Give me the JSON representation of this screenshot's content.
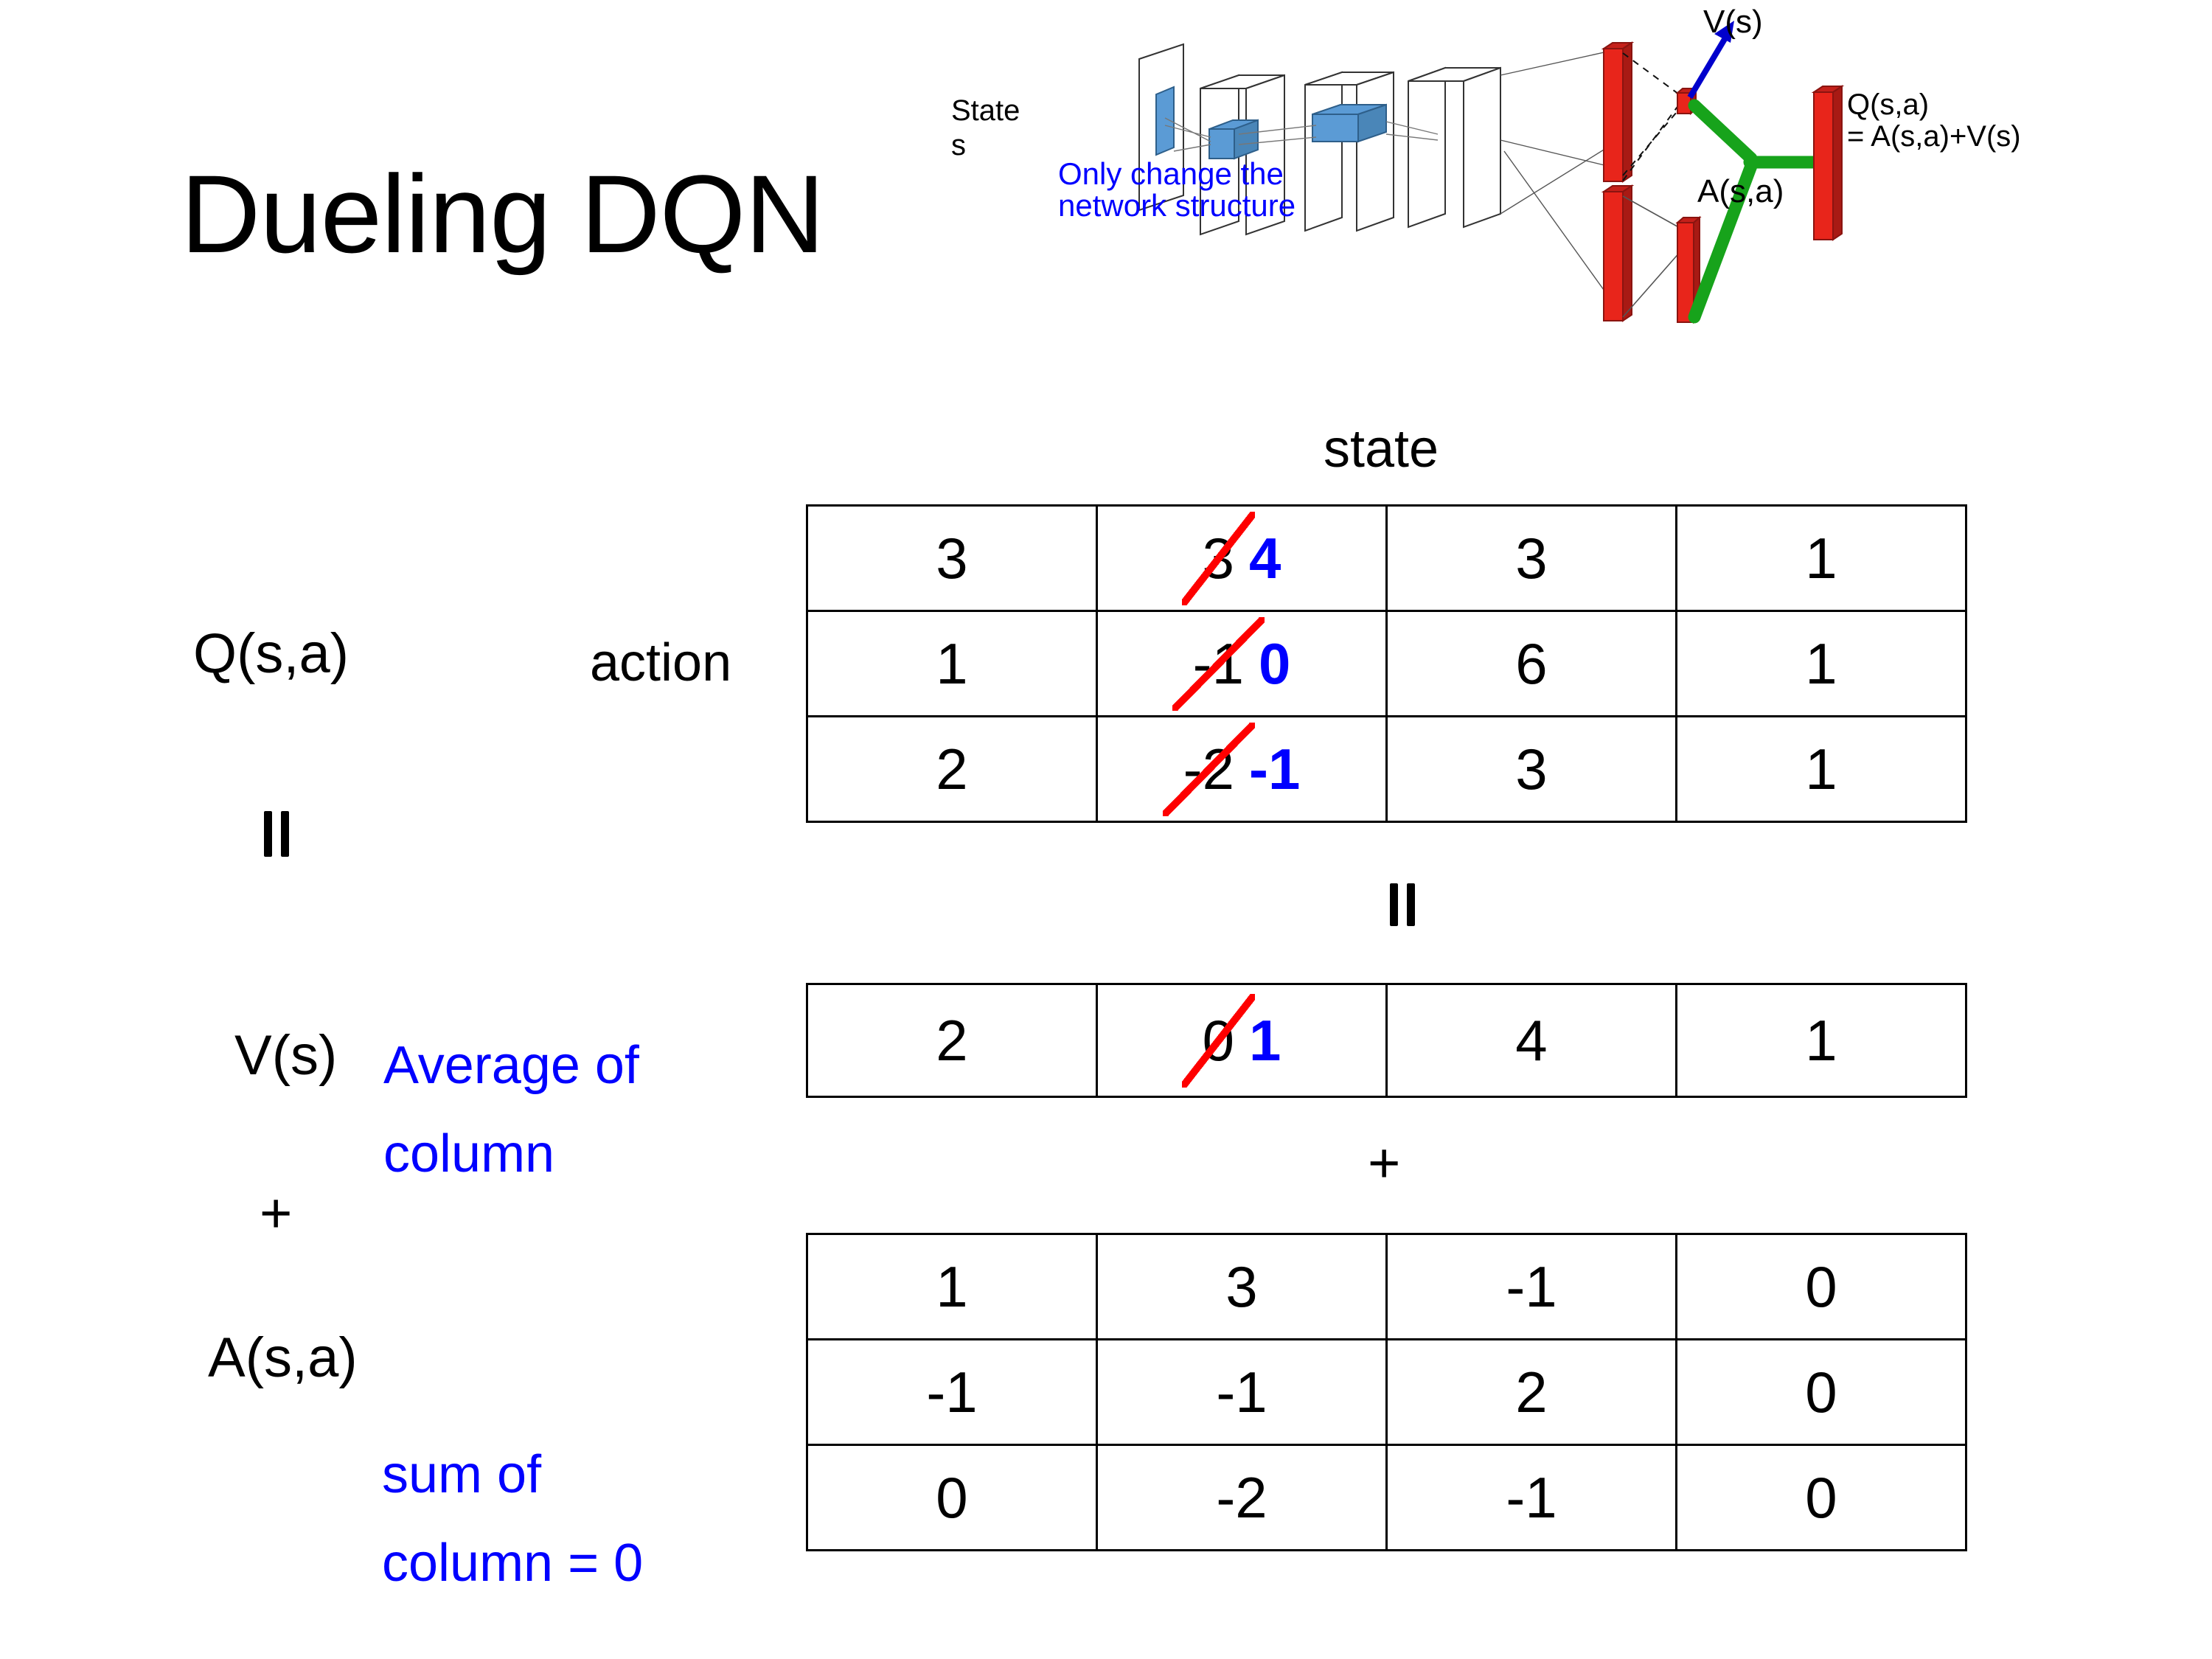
{
  "title": "Dueling DQN",
  "diagram": {
    "input_label_line1": "State",
    "input_label_line2": "s",
    "note_line1": "Only change the",
    "note_line2": "network structure",
    "value_label": "V(s)",
    "advantage_label": "A(s,a)",
    "q_label_line1": "Q(s,a)",
    "q_label_line2": "= A(s,a)+V(s)",
    "colors": {
      "note": "#0000ff",
      "value_arrow": "#0000cc",
      "merge_lines": "#17a31b",
      "bars": "#e8251b",
      "blue_block": "#5b9bd5"
    }
  },
  "labels": {
    "state_axis": "state",
    "action_axis": "action",
    "q_label": "Q(s,a)",
    "v_label": "V(s)",
    "a_label": "A(s,a)",
    "equals_top": "=",
    "equals_mid": "=",
    "plus_left": "+",
    "plus_mid": "+",
    "avg_note_line1": "Average of",
    "avg_note_line2": "column",
    "sum_note_line1": "sum of",
    "sum_note_line2": "column = 0",
    "annotation_color": "#0000ff",
    "strike_color": "#fe0000",
    "new_value_color": "#0000ff"
  },
  "chart_data": {
    "type": "table",
    "title": "Dueling DQN decomposition Q(s,a) = V(s) + A(s,a)",
    "xlabel": "state",
    "ylabel": "action",
    "tables": [
      {
        "name": "Q(s,a)",
        "rows": [
          [
            "3",
            "3",
            "3",
            "1"
          ],
          [
            "1",
            "-1",
            "6",
            "1"
          ],
          [
            "2",
            "-2",
            "3",
            "1"
          ]
        ],
        "edits": [
          {
            "row": 0,
            "col": 1,
            "old": "3",
            "new": "4"
          },
          {
            "row": 1,
            "col": 1,
            "old": "-1",
            "new": "0"
          },
          {
            "row": 2,
            "col": 1,
            "old": "-2",
            "new": "-1"
          }
        ]
      },
      {
        "name": "V(s)",
        "rows": [
          [
            "2",
            "0",
            "4",
            "1"
          ]
        ],
        "edits": [
          {
            "row": 0,
            "col": 1,
            "old": "0",
            "new": "1"
          }
        ]
      },
      {
        "name": "A(s,a)",
        "rows": [
          [
            "1",
            "3",
            "-1",
            "0"
          ],
          [
            "-1",
            "-1",
            "2",
            "0"
          ],
          [
            "0",
            "-2",
            "-1",
            "0"
          ]
        ],
        "edits": []
      }
    ]
  }
}
